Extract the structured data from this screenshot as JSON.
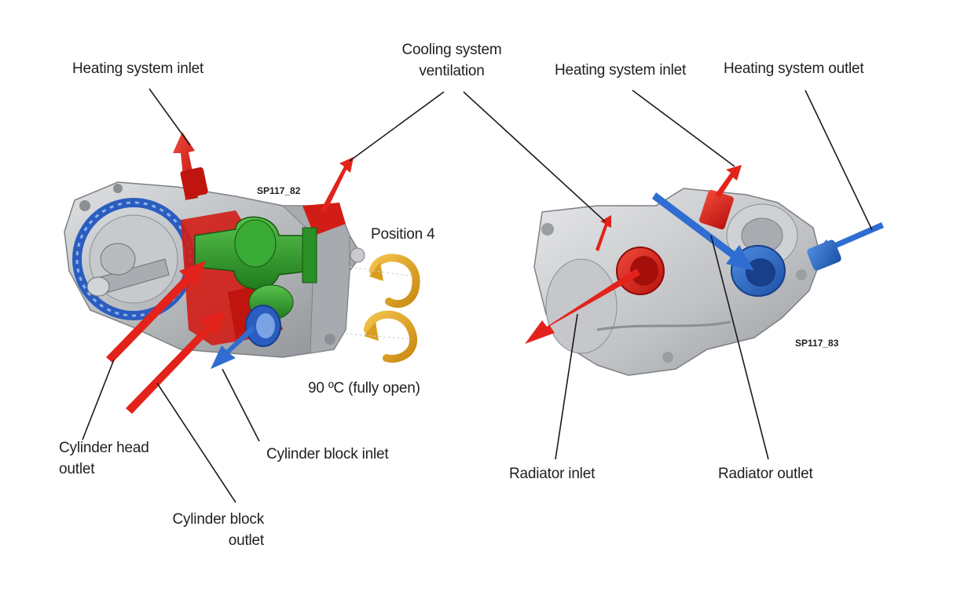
{
  "figure_codes": {
    "left": "SP117_82",
    "right": "SP117_83"
  },
  "left_labels": {
    "heating_system_inlet": "Heating system inlet",
    "cooling_system_ventilation": [
      "Cooling system",
      "ventilation"
    ],
    "position": "Position 4",
    "temperature_state": "90 ºC (fully open)",
    "cylinder_head_outlet": [
      "Cylinder head",
      "outlet"
    ],
    "cylinder_block_inlet": "Cylinder block inlet",
    "cylinder_block_outlet": [
      "Cylinder block",
      "outlet"
    ]
  },
  "right_labels": {
    "heating_system_inlet": "Heating system inlet",
    "heating_system_outlet": "Heating system outlet",
    "radiator_inlet": "Radiator inlet",
    "radiator_outlet": "Radiator outlet"
  },
  "colors": {
    "hot_flow": "#e3231b",
    "cold_flow": "#2a6cc6",
    "rotary_valve": "#2f9a2a",
    "rotation_arrow": "#e2a526",
    "housing": "#b8bbbe",
    "leader_line": "#1a1a1a"
  }
}
